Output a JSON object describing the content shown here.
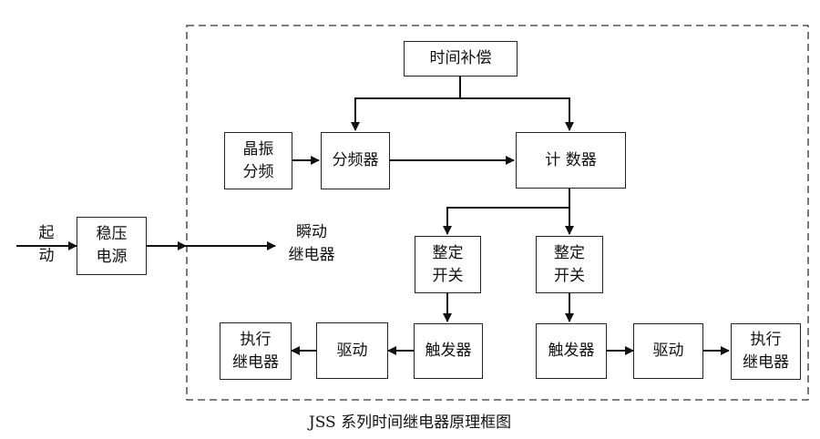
{
  "caption": "JSS 系列时间继电器原理框图",
  "input": {
    "line1": "起",
    "line2": "动"
  },
  "blocks": {
    "regulated_power": {
      "line1": "稳压",
      "line2": "电源"
    },
    "time_compensation": {
      "line1": "时间补偿"
    },
    "crystal_divider": {
      "line1": "晶振",
      "line2": "分频"
    },
    "frequency_divider": {
      "line1": "分频器"
    },
    "counter": {
      "line1": "计 数器"
    },
    "instant_relay": {
      "line1": "瞬动",
      "line2": "继电器"
    },
    "setting_switch_left": {
      "line1": "整定",
      "line2": "开关"
    },
    "setting_switch_right": {
      "line1": "整定",
      "line2": "开关"
    },
    "trigger_left": {
      "line1": "触发器"
    },
    "trigger_right": {
      "line1": "触发器"
    },
    "driver_left": {
      "line1": "驱动"
    },
    "driver_right": {
      "line1": "驱动"
    },
    "exec_relay_left": {
      "line1": "执行",
      "line2": "继电器"
    },
    "exec_relay_right": {
      "line1": "执行",
      "line2": "继电器"
    }
  }
}
